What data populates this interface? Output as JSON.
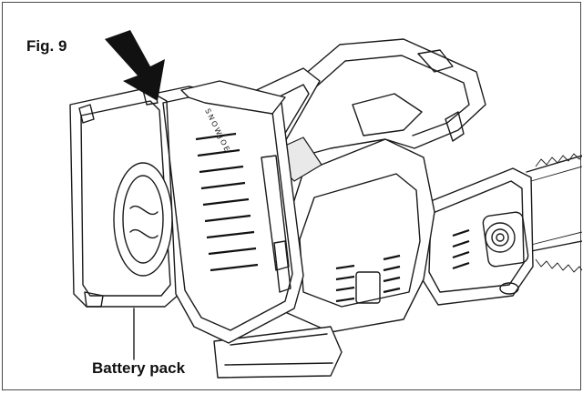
{
  "figure": {
    "label": "Fig. 9",
    "callout": "Battery pack",
    "brand_mark": "SNOWJOE"
  },
  "icons": {
    "insert_arrow": "down-arrow-icon"
  }
}
